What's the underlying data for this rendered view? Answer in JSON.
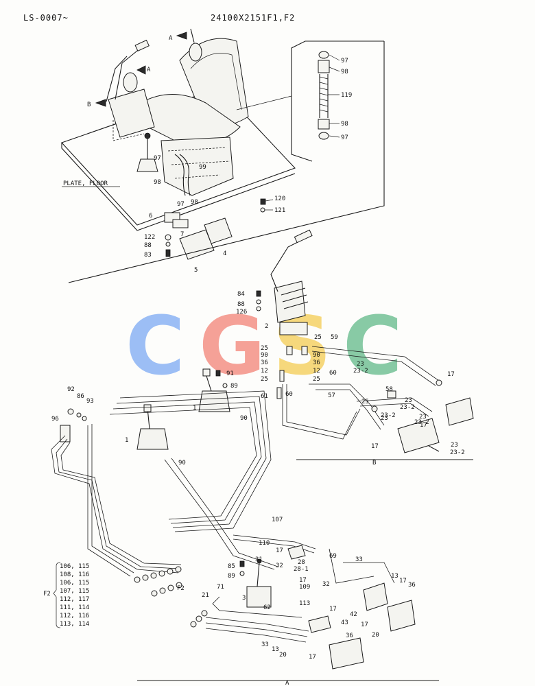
{
  "header": {
    "left_code": "LS-0007~",
    "model_code": "24100X2151F1,F2"
  },
  "watermark": {
    "letters": [
      "C",
      "G",
      "S",
      "C"
    ],
    "colors": [
      "#8fb6f5",
      "#f5958a",
      "#f6d36b",
      "#79c49a"
    ]
  },
  "view_labels": {
    "view_a": "A",
    "view_b": "B",
    "view_a_bottom": "A",
    "view_b_bottom": "B",
    "plate_floor": "PLATE, FLOOR"
  },
  "group_labels": {
    "f2_left": "F2",
    "f2_right": "F2"
  },
  "f2_list": [
    "106, 115",
    "108, 116",
    "106, 115",
    "107, 115",
    "112, 117",
    "111, 114",
    "112, 116",
    "113, 114"
  ],
  "callouts": {
    "inset_97a": "97",
    "inset_98a": "98",
    "inset_119": "119",
    "inset_98b": "98",
    "inset_97b": "97",
    "seat_97a": "97",
    "seat_99": "99",
    "seat_98a": "98",
    "seat_97b": "97",
    "seat_98b": "98",
    "p120": "120",
    "p121": "121",
    "p6": "6",
    "p7": "7",
    "p122": "122",
    "p88a": "88",
    "p83": "83",
    "p4": "4",
    "p5": "5",
    "p84": "84",
    "p88b": "88",
    "p126": "126",
    "p2": "2",
    "p25a": "25",
    "p59": "59",
    "p25b": "25",
    "p90a": "90",
    "p36a": "36",
    "p12a": "12",
    "p25c": "25",
    "p90b": "90",
    "p36b": "36",
    "p12b": "12",
    "p25d": "25",
    "p60a": "60",
    "p61": "61",
    "p60b": "60",
    "p57": "57",
    "p23a": "23",
    "p23_2a": "23-2",
    "p17a": "17",
    "p58": "58",
    "p25e": "25",
    "p23b": "23",
    "p23_2b": "23-2",
    "p23c": "23",
    "p23_2c": "23-2",
    "p17b": "17",
    "p23_2d": "23-2",
    "p23d": "23",
    "p17c": "17",
    "p23e": "23",
    "p23_2e": "23-2",
    "p91": "91",
    "p89a": "89",
    "p1a": "1",
    "p90c": "90",
    "p92": "92",
    "p86": "86",
    "p93": "93",
    "p96": "96",
    "p1b": "1",
    "p90d": "90",
    "p107": "107",
    "p110": "110",
    "p17d": "17",
    "p69": "69",
    "p33a": "33",
    "p85": "85",
    "p31": "31",
    "p32a": "32",
    "p28": "28",
    "p28_1": "28-1",
    "p89b": "89",
    "p17e": "17",
    "p109": "109",
    "p32b": "32",
    "p13a": "13",
    "p17f": "17",
    "p36c": "36",
    "p71": "71",
    "p21": "21",
    "p3": "3",
    "p62": "62",
    "p113": "113",
    "p17g": "17",
    "p42": "42",
    "p43": "43",
    "p17h": "17",
    "p20a": "20",
    "p36d": "36",
    "p33b": "33",
    "p13b": "13",
    "p20b": "20",
    "p17i": "17"
  }
}
